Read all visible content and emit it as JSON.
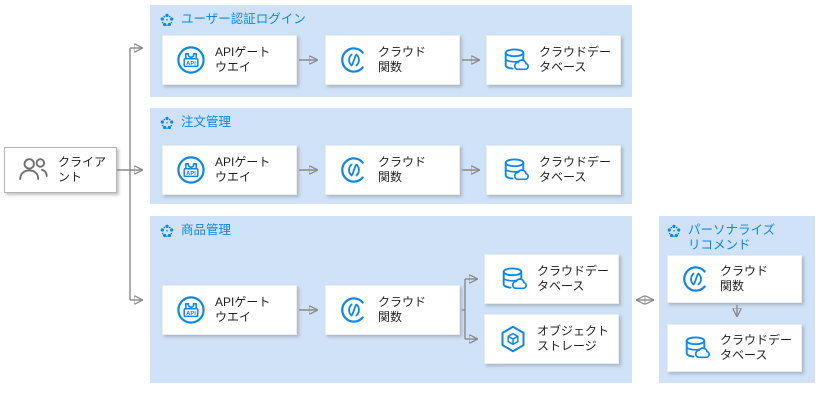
{
  "colors": {
    "accent": "#0e87e8",
    "panel_bg": "#cfe2f7",
    "arrow_line": "#8a8a8a",
    "arrow_head": "#4f4f4f",
    "node_text": "#1f1f1f",
    "client_icon": "#6f6f6f"
  },
  "client": {
    "line1": "クライア",
    "line2": "ント"
  },
  "panels": {
    "auth": {
      "title": "ユーザー認証ログイン"
    },
    "order": {
      "title": "注文管理"
    },
    "product": {
      "title": "商品管理"
    },
    "recommend": {
      "title_line1": "パーソナライズ",
      "title_line2": "リコメンド"
    }
  },
  "services": {
    "api_gateway": {
      "line1": "APIゲート",
      "line2": "ウエイ",
      "icon_text": "API"
    },
    "cloud_function": {
      "line1": "クラウド",
      "line2": "関数"
    },
    "cloud_database": {
      "line1": "クラウドデー",
      "line2": "タベース"
    },
    "object_storage": {
      "line1": "オブジェクト",
      "line2": "ストレージ"
    }
  }
}
